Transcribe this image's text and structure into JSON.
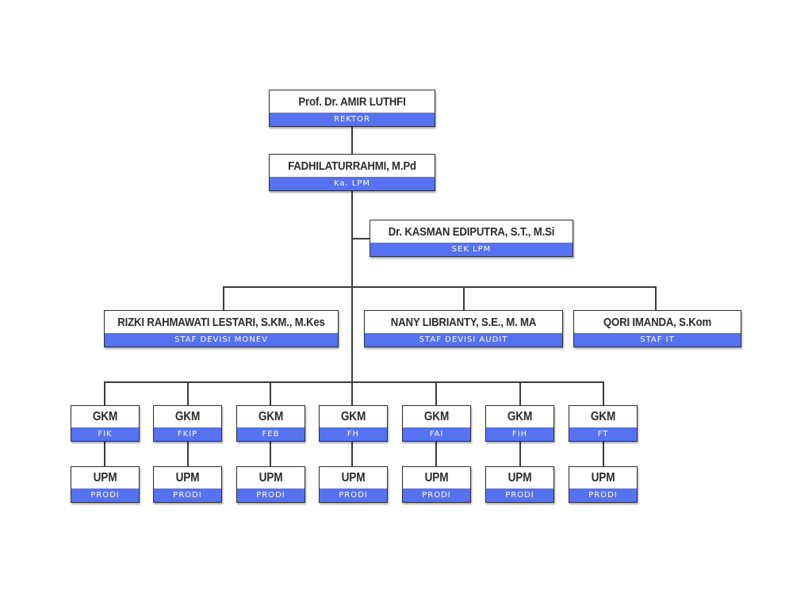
{
  "chart": {
    "nodes": [
      {
        "id": "rektor",
        "name": "Prof. Dr. AMIR LUTHFI",
        "role": "REKTOR"
      },
      {
        "id": "ka-lpm",
        "name": "FADHILATURRAHMI, M.Pd",
        "role": "Ka. LPM"
      },
      {
        "id": "sek-lpm",
        "name": "Dr. KASMAN EDIPUTRA, S.T., M.Si",
        "role": "SEK LPM"
      },
      {
        "id": "monev",
        "name": "RIZKI RAHMAWATI LESTARI, S.KM., M.Kes",
        "role": "STAF DEVISI MONEV"
      },
      {
        "id": "audit",
        "name": "NANY LIBRIANTY, S.E., M. MA",
        "role": "STAF DEVISI AUDIT"
      },
      {
        "id": "it",
        "name": "QORI IMANDA, S.Kom",
        "role": "STAF IT"
      }
    ],
    "gkm": [
      {
        "name": "GKM",
        "role": "FIK"
      },
      {
        "name": "GKM",
        "role": "FKIP"
      },
      {
        "name": "GKM",
        "role": "FEB"
      },
      {
        "name": "GKM",
        "role": "FH"
      },
      {
        "name": "GKM",
        "role": "FAI"
      },
      {
        "name": "GKM",
        "role": "FIH"
      },
      {
        "name": "GKM",
        "role": "FT"
      }
    ],
    "upm": [
      {
        "name": "UPM",
        "role": "PRODI"
      },
      {
        "name": "UPM",
        "role": "PRODI"
      },
      {
        "name": "UPM",
        "role": "PRODI"
      },
      {
        "name": "UPM",
        "role": "PRODI"
      },
      {
        "name": "UPM",
        "role": "PRODI"
      },
      {
        "name": "UPM",
        "role": "PRODI"
      },
      {
        "name": "UPM",
        "role": "PRODI"
      }
    ],
    "colors": {
      "accent": "#5672f0",
      "line": "#3c3c3c",
      "border": "#2e2e2e"
    }
  }
}
